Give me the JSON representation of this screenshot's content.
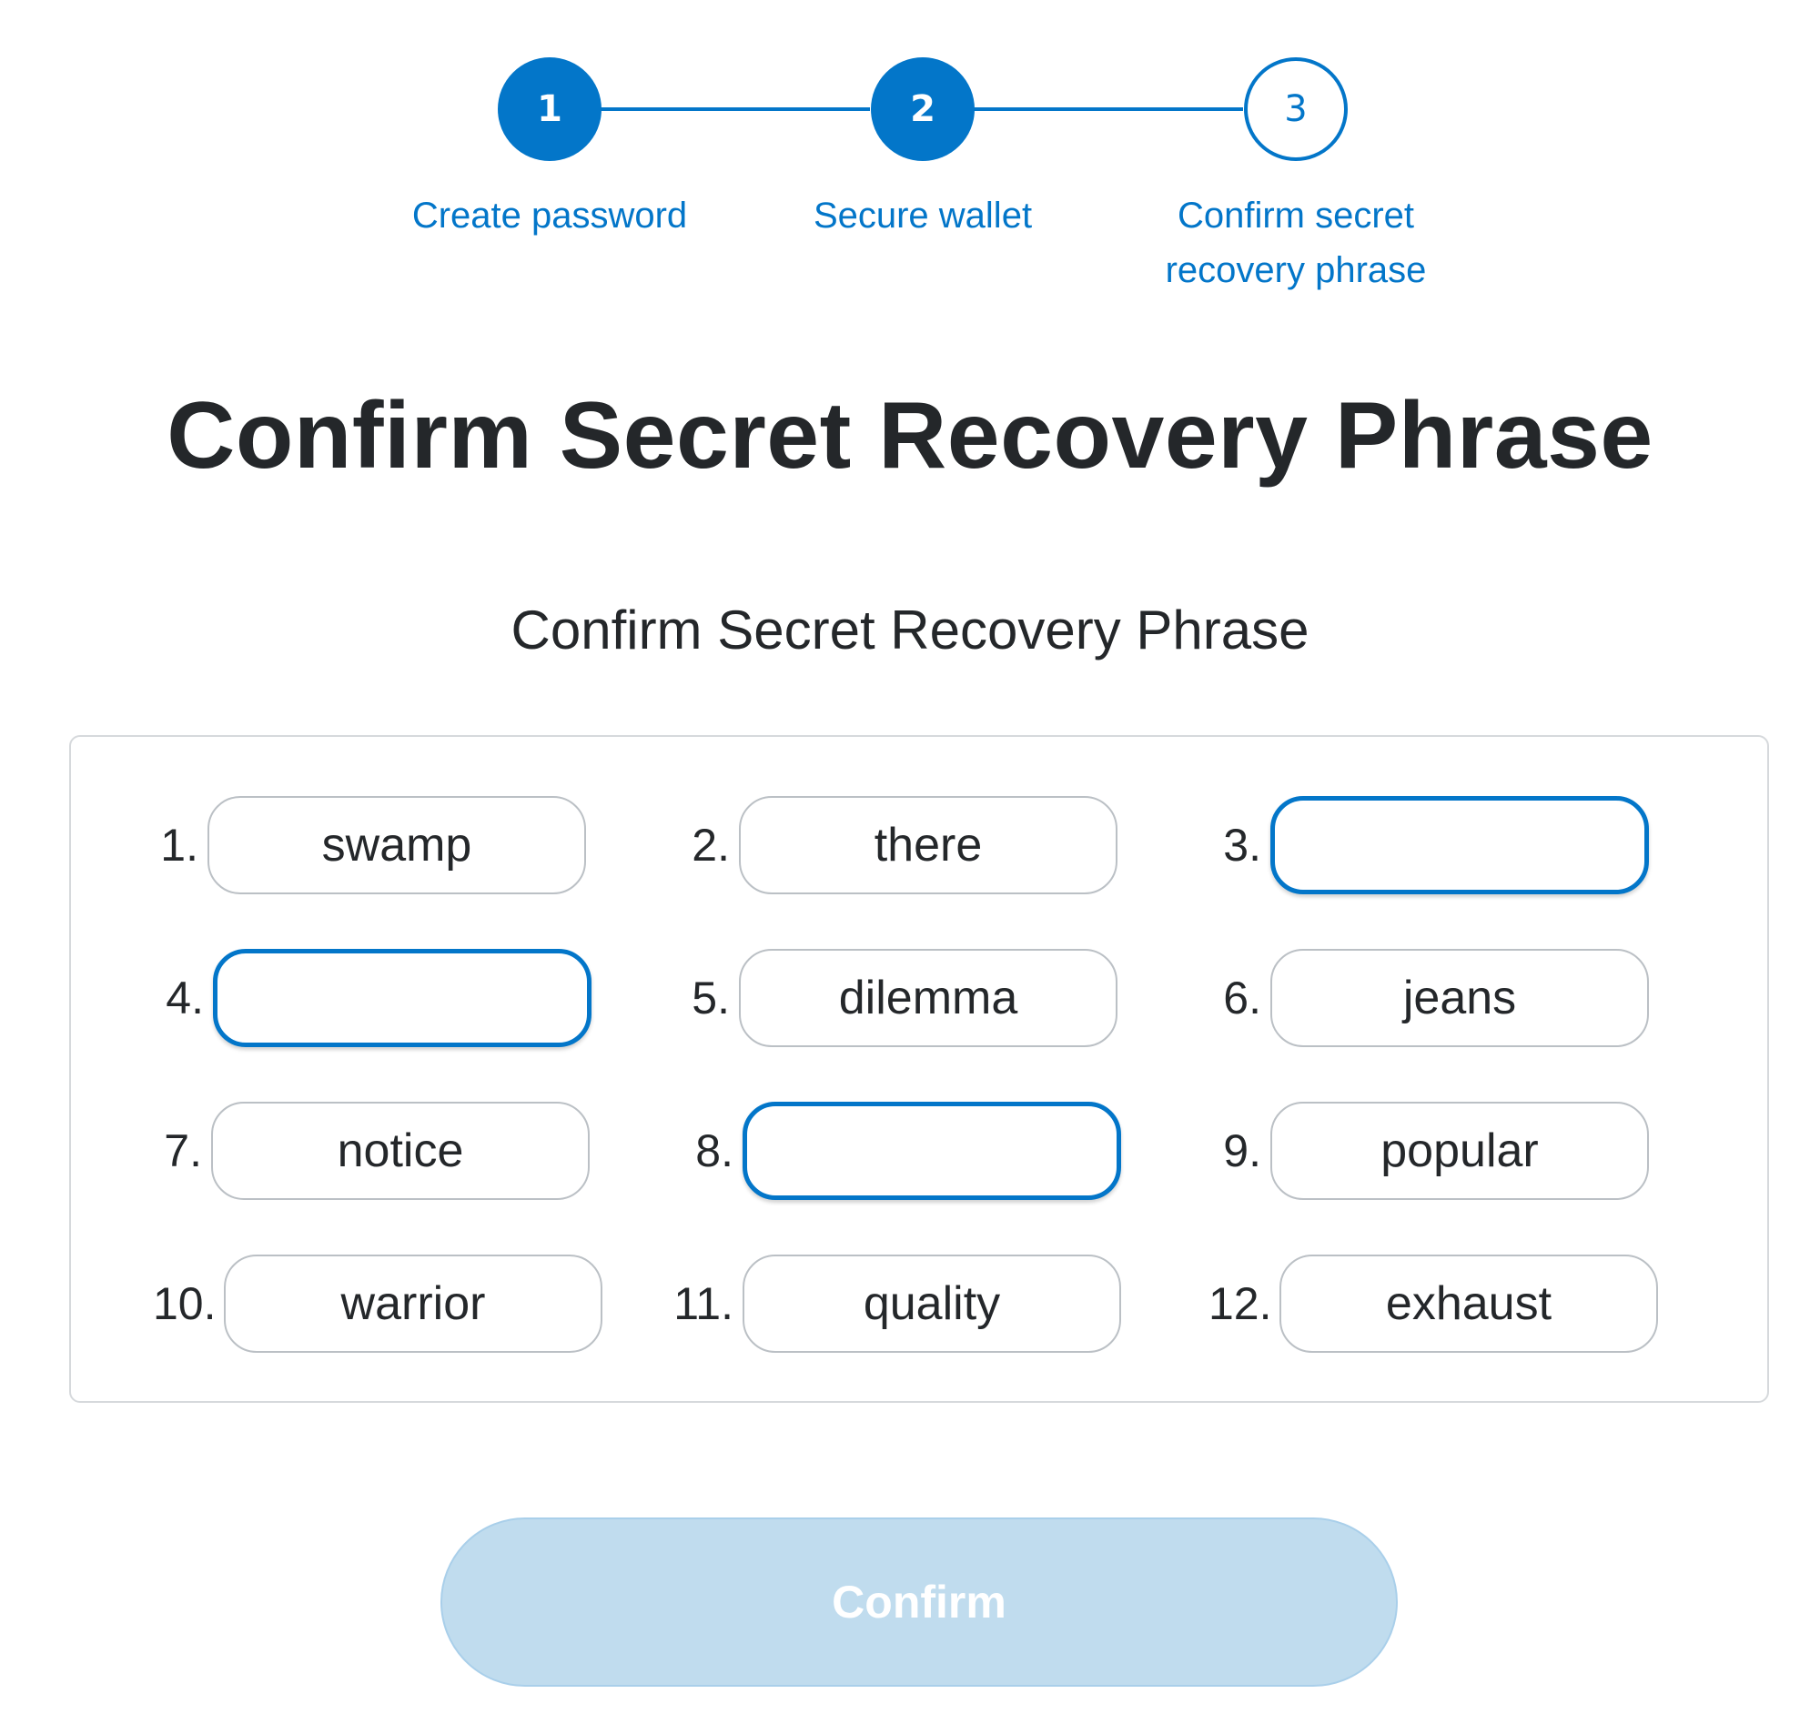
{
  "stepper": {
    "steps": [
      {
        "number": "1",
        "label": "Create password",
        "state": "done"
      },
      {
        "number": "2",
        "label": "Secure wallet",
        "state": "done"
      },
      {
        "number": "3",
        "label": "Confirm secret recovery phrase",
        "state": "current"
      }
    ]
  },
  "title": "Confirm Secret Recovery Phrase",
  "subtitle": "Confirm Secret Recovery Phrase",
  "words": [
    {
      "index": "1.",
      "word": "swamp",
      "editable": false
    },
    {
      "index": "2.",
      "word": "there",
      "editable": false
    },
    {
      "index": "3.",
      "word": "",
      "editable": true
    },
    {
      "index": "4.",
      "word": "",
      "editable": true
    },
    {
      "index": "5.",
      "word": "dilemma",
      "editable": false
    },
    {
      "index": "6.",
      "word": "jeans",
      "editable": false
    },
    {
      "index": "7.",
      "word": "notice",
      "editable": false
    },
    {
      "index": "8.",
      "word": "",
      "editable": true
    },
    {
      "index": "9.",
      "word": "popular",
      "editable": false
    },
    {
      "index": "10.",
      "word": "warrior",
      "editable": false
    },
    {
      "index": "11.",
      "word": "quality",
      "editable": false
    },
    {
      "index": "12.",
      "word": "exhaust",
      "editable": false
    }
  ],
  "confirm_button": {
    "label": "Confirm",
    "enabled": false
  },
  "colors": {
    "accent": "#0376c9",
    "disabled_button": "#c0dcee",
    "text": "#24272a",
    "chip_border": "#bbc0c5"
  }
}
